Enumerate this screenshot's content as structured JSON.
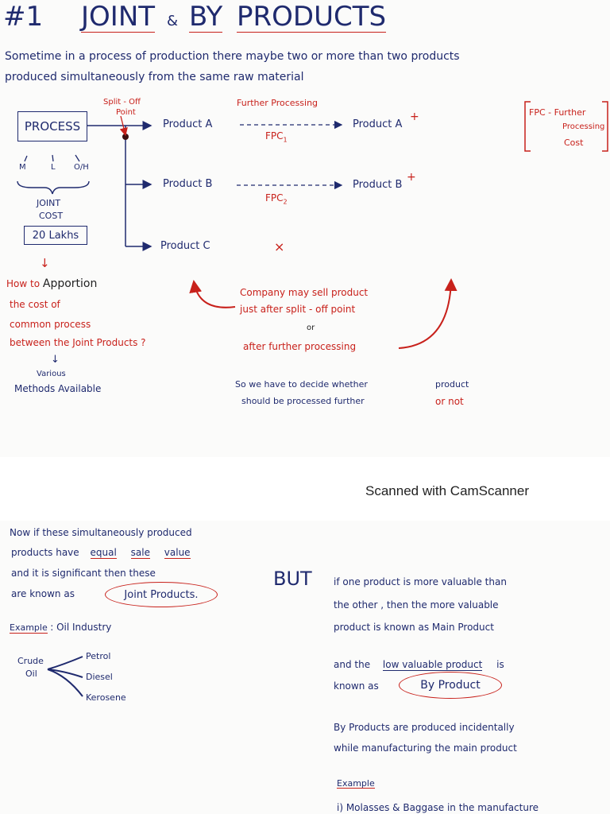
{
  "title": {
    "number": "#1",
    "joint": "JOINT",
    "amp": "&",
    "by": "BY",
    "products": "PRODUCTS"
  },
  "intro": {
    "line1": "Sometime   in   a  process    of  production   there   maybe  two     or  more  than  two  products",
    "line2": "produced     simultaneously   from    the     same   raw  material"
  },
  "diagram": {
    "process_label": "PROCESS",
    "split_off": "Split - Off\nPoint",
    "split_line1": "Split - Off",
    "split_line2": "Point",
    "further_processing": "Further    Processing",
    "product_a": "Product  A",
    "product_b": "Product  B",
    "product_c": "Product  C",
    "product_a_plus": "Product  A",
    "product_b_plus": "Product  B",
    "plus": "+",
    "fpc1": "FPC",
    "fpc1_sub": "1",
    "fpc2": "FPC",
    "fpc2_sub": "2",
    "cross": "×",
    "fpc_note_line1": "FPC - Further",
    "fpc_note_line2": "Processing",
    "fpc_note_line3": "Cost",
    "cost_m": "M",
    "cost_l": "L",
    "cost_oh": "O/H",
    "joint_cost_line1": "JOINT",
    "joint_cost_line2": "COST",
    "joint_cost_value": "20 Lakhs"
  },
  "apportion": {
    "arrow": "↓",
    "line1_pre": "How  to",
    "line1_word": "Apportion",
    "line2": "the  cost  of",
    "line3": "common  process",
    "line4": "between  the  Joint  Products ?",
    "arrow2": "↓",
    "various": "Various",
    "methods": "Methods  Available"
  },
  "company": {
    "line1": "Company  may  sell  product",
    "line2": "just  after  split - off  point",
    "or": "or",
    "line3": "after   further  processing"
  },
  "decide": {
    "line1_a": "So  we  have   to  decide  whether",
    "line1_b": "product",
    "line2_a": "should   be    processed   further",
    "line2_b": "or  not"
  },
  "watermark": "Scanned with CamScanner",
  "page2": {
    "left": {
      "line1": "Now  if  these   simultaneously  produced",
      "line2_a": "products   have",
      "line2_equal": "equal",
      "line2_sale": "sale",
      "line2_value": "value",
      "line3": "and  it  is   significant    then   these",
      "line4_a": "are  known   as",
      "joint_products": "Joint  Products.",
      "example_label": "Example",
      "example_rest": ":  Oil  Industry",
      "crude": "Crude",
      "oil": "Oil",
      "petrol": "Petrol",
      "diesel": "Diesel",
      "kerosene": "Kerosene"
    },
    "but": "BUT",
    "right": {
      "line1": "if  one   product   is    more  valuable   than",
      "line2": "the  other ,     then   the   more    valuable",
      "line3": "product     is   known    as    Main  Product",
      "line4_a": "and   the",
      "line4_u": "low  valuable  product",
      "line4_b": "is",
      "line5_a": "known   as",
      "by_product": "By  Product",
      "line6": "By  Products    are   produced  incidentally",
      "line7": "while  manufacturing    the   main  product",
      "example": "Example",
      "line8": "i)  Molasses   &  Baggase    in     the   manufacture"
    }
  }
}
